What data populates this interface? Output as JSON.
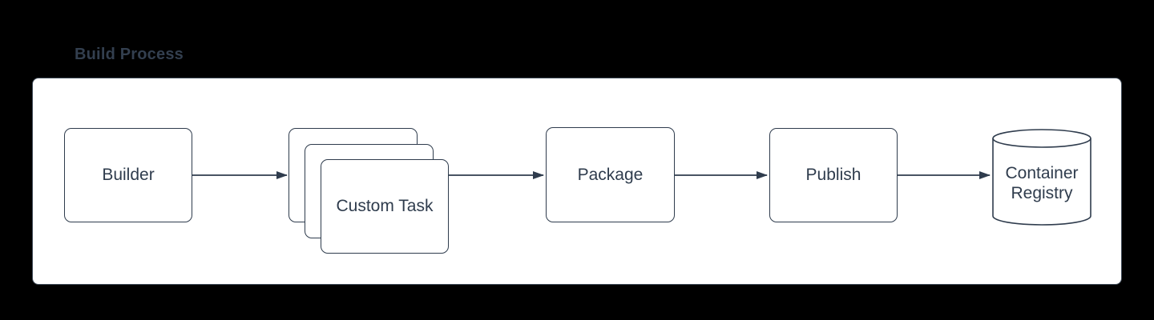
{
  "title": "Build Process",
  "colors": {
    "page_background": "#000000",
    "canvas_background": "#ffffff",
    "stroke": "#2f3c4d",
    "title_text": "#333f4f"
  },
  "nodes": {
    "builder": {
      "label": "Builder"
    },
    "custom_task": {
      "label": "Custom Task",
      "stack_count": 3
    },
    "package": {
      "label": "Package"
    },
    "publish": {
      "label": "Publish"
    },
    "container_registry": {
      "label": "Container Registry",
      "shape": "cylinder"
    }
  },
  "flow_order": [
    "Builder",
    "Custom Task",
    "Package",
    "Publish",
    "Container Registry"
  ]
}
